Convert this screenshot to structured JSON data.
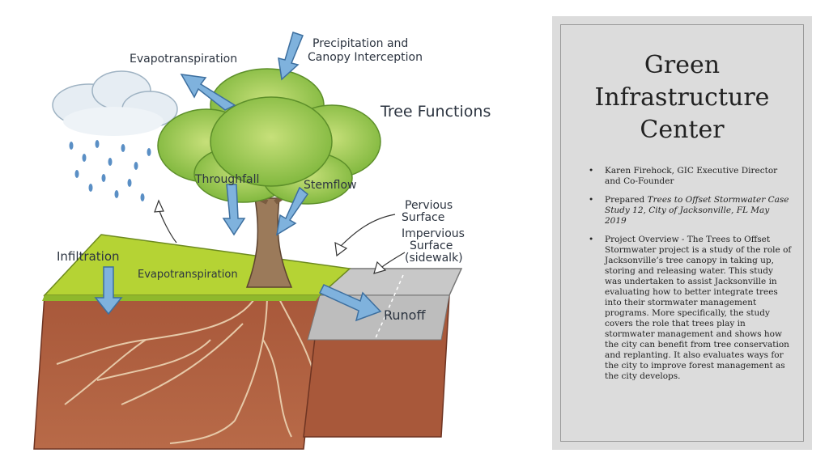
{
  "diagram": {
    "labels": {
      "precipitation": [
        "Precipitation and",
        "Canopy Interception"
      ],
      "evapotranspiration_top": "Evapotranspiration",
      "tree_functions": "Tree Functions",
      "throughfall": "Throughfall",
      "stemflow": "Stemflow",
      "pervious": [
        "Pervious",
        "Surface"
      ],
      "impervious": [
        "Impervious",
        "Surface",
        "(sidewalk)"
      ],
      "infiltration": "Infiltration",
      "evapotranspiration_ground": "Evapotranspiration",
      "runoff": "Runoff"
    },
    "colors": {
      "arrow": "#7fb2dd",
      "canopy": "#8cc63f",
      "grass": "#b5d334",
      "soil": "#a8583a",
      "sidewalk": "#c8c8c8"
    }
  },
  "panel": {
    "title_lines": [
      "Green",
      "Infrastructure",
      "Center"
    ],
    "bullets": {
      "b1": "Karen Firehock, GIC Executive Director and Co-Founder",
      "b2_prefix": "Prepared ",
      "b2_italic": "Trees to Offset Stormwater Case Study 12, City of Jacksonville, FL May 2019",
      "b3": "Project Overview -  The Trees to Offset Stormwater project is a study of the role of Jacksonville’s tree canopy in taking up, storing and releasing water. This study was undertaken to assist Jacksonville in evaluating how to better integrate trees into their stormwater management programs. More specifically, the study covers the role that trees play in stormwater management and shows how the city can benefit from tree conservation and replanting. It also evaluates ways for the city to improve forest management as the city develops."
    }
  }
}
